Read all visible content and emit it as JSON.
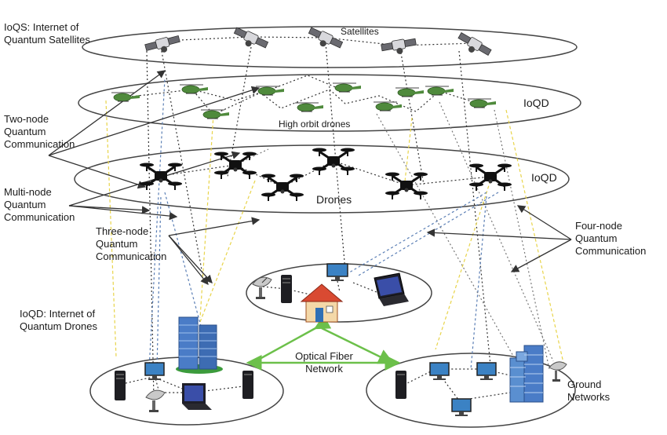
{
  "labels": {
    "ioqs": "IoQS: Internet of\nQuantum Satellites",
    "satellites": "Satellites",
    "ioqd_upper": "IoQD",
    "high_orbit_drones": "High orbit drones",
    "two_node": "Two-node\nQuantum\nCommunication",
    "ioqd_lower": "IoQD",
    "drones": "Drones",
    "multi_node": "Multi-node\nQuantum\nCommunication",
    "three_node": "Three-node\nQuantum\nCommunication",
    "four_node": "Four-node\nQuantum\nCommunication",
    "ioqd_def": "IoQD: Internet of\nQuantum Drones",
    "optical_fiber": "Optical Fiber\nNetwork",
    "ground_networks": "Ground\nNetworks"
  },
  "icons": {
    "satellite": "satellite-icon",
    "helicopter": "helicopter-drone-icon",
    "quadcopter": "quadcopter-drone-icon",
    "server": "server-icon",
    "monitor": "monitor-icon",
    "laptop": "laptop-icon",
    "house": "house-icon",
    "dish": "satellite-dish-icon",
    "building": "office-building-icon"
  },
  "colors": {
    "ellipse_stroke": "#444444",
    "link_dark": "#333333",
    "link_gray": "#666666",
    "link_yellow": "#e8d44a",
    "link_blue": "#5b7fb5",
    "optical_fiber": "#6cc04a",
    "drone_green": "#4f8a3c",
    "building_blue": "#4a7cc7"
  }
}
